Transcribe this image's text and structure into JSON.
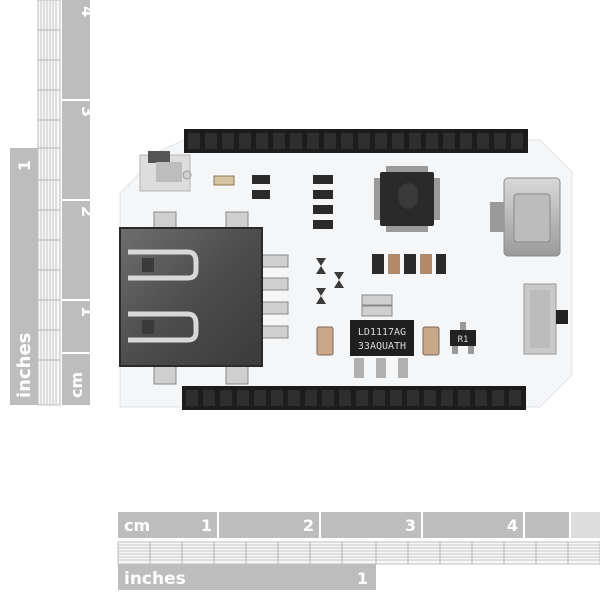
{
  "rulers": {
    "vertical_inches": {
      "unit": "inches",
      "ticks": [
        "1"
      ]
    },
    "vertical_cm": {
      "unit": "cm",
      "ticks": [
        "1",
        "2",
        "3",
        "4"
      ]
    },
    "horizontal_cm": {
      "unit": "cm",
      "ticks": [
        "1",
        "2",
        "3",
        "4"
      ]
    },
    "horizontal_inches": {
      "unit": "inches",
      "ticks": [
        "1"
      ]
    },
    "color": "#bdbdbd"
  },
  "board": {
    "regulator_line1": "LD1117AG",
    "regulator_line2": "33AQUATH",
    "resistor_mark": "R1",
    "pcb_color": "#f4f6f8",
    "header_color": "#1c1c1c"
  }
}
